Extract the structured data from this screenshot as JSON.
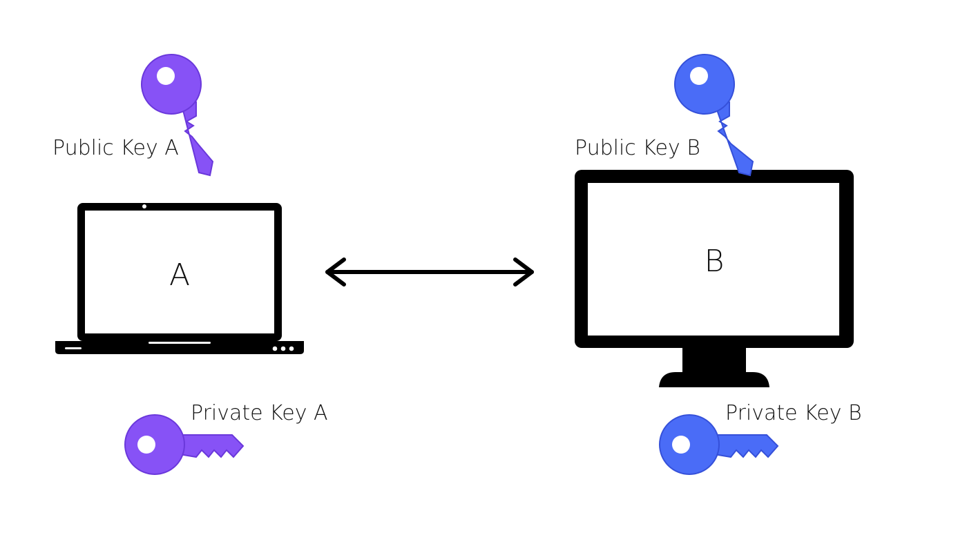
{
  "colors": {
    "key_a": "#8752f6",
    "key_a_shadow": "#6a38db",
    "key_b": "#4a6cf7",
    "key_b_shadow": "#3550d9",
    "device": "#000000",
    "background": "#ffffff"
  },
  "icons": {
    "device_a": "laptop-icon",
    "device_b": "monitor-icon",
    "connection": "double-arrow-icon",
    "keys": "key-icon"
  },
  "device_a": {
    "screen_label": "A",
    "public_key_label": "Public Key A",
    "private_key_label": "Private Key A"
  },
  "device_b": {
    "screen_label": "B",
    "public_key_label": "Public Key B",
    "private_key_label": "Private Key B"
  }
}
